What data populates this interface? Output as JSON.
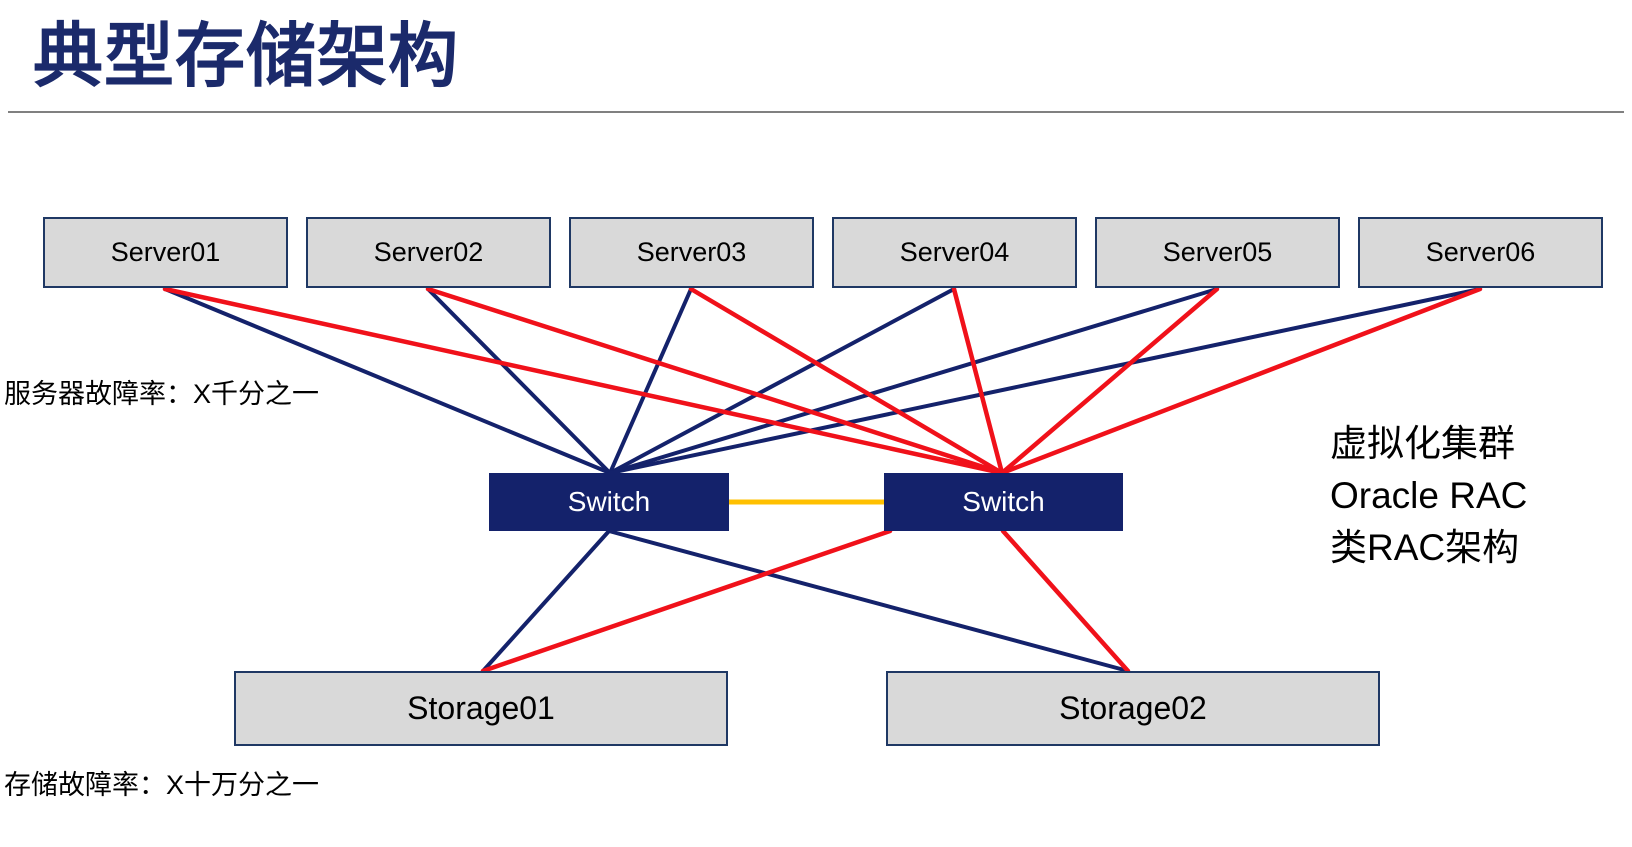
{
  "title": "典型存储架构",
  "servers": [
    "Server01",
    "Server02",
    "Server03",
    "Server04",
    "Server05",
    "Server06"
  ],
  "switches": [
    "Switch",
    "Switch"
  ],
  "storages": [
    "Storage01",
    "Storage02"
  ],
  "labels": {
    "server_failure_rate": "服务器故障率：X千分之一",
    "storage_failure_rate": "存储故障率：X十万分之一"
  },
  "annotation": [
    "虚拟化集群",
    "Oracle RAC",
    "类RAC架构"
  ],
  "colors": {
    "navy": "#14226B",
    "red": "#F0111A",
    "orange": "#FFC000",
    "node_fill": "#D9D9D9",
    "node_border": "#1F3864",
    "title": "#1B2A6B",
    "rule": "#808080"
  },
  "connections": [
    {
      "from": "server-1",
      "to": "switch-1",
      "color": "navy"
    },
    {
      "from": "server-2",
      "to": "switch-1",
      "color": "navy"
    },
    {
      "from": "server-3",
      "to": "switch-1",
      "color": "navy"
    },
    {
      "from": "server-4",
      "to": "switch-1",
      "color": "navy"
    },
    {
      "from": "server-5",
      "to": "switch-1",
      "color": "navy"
    },
    {
      "from": "server-6",
      "to": "switch-1",
      "color": "navy"
    },
    {
      "from": "switch-1",
      "to": "storage-1",
      "color": "navy"
    },
    {
      "from": "switch-1",
      "to": "storage-2",
      "color": "navy"
    },
    {
      "from": "server-1",
      "to": "switch-2",
      "color": "red"
    },
    {
      "from": "server-2",
      "to": "switch-2",
      "color": "red"
    },
    {
      "from": "server-3",
      "to": "switch-2",
      "color": "red"
    },
    {
      "from": "server-4",
      "to": "switch-2",
      "color": "red"
    },
    {
      "from": "server-5",
      "to": "switch-2",
      "color": "red"
    },
    {
      "from": "server-6",
      "to": "switch-2",
      "color": "red"
    },
    {
      "from": "switch-2",
      "to": "storage-1",
      "color": "red"
    },
    {
      "from": "switch-2",
      "to": "storage-2",
      "color": "red"
    },
    {
      "from": "switch-1",
      "to": "switch-2",
      "color": "orange"
    }
  ]
}
